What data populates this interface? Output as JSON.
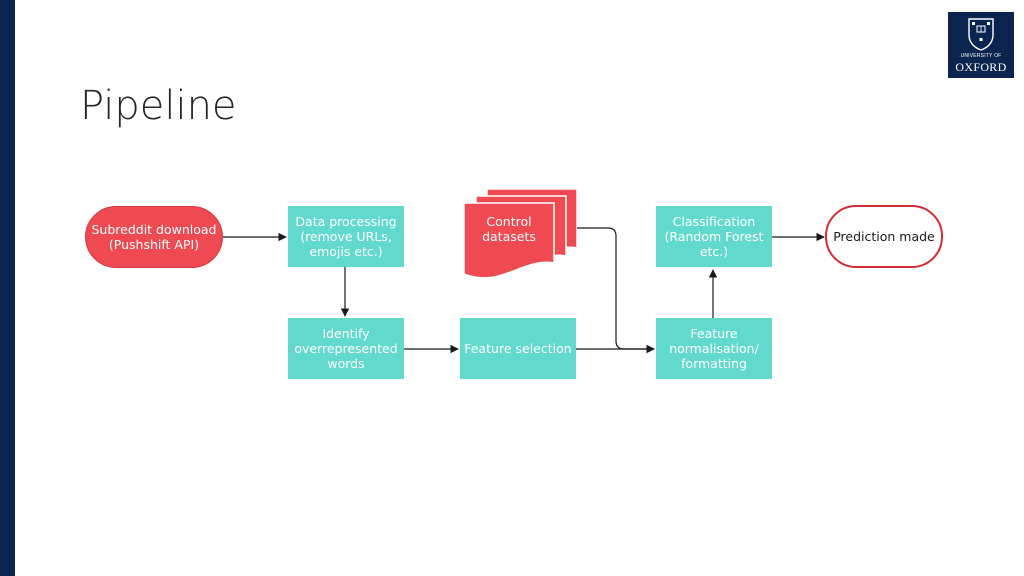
{
  "slide": {
    "title": "Pipeline"
  },
  "logo": {
    "line1": "UNIVERSITY OF",
    "line2": "OXFORD"
  },
  "diagram": {
    "nodes": {
      "subreddit": "Subreddit download (Pushshift API)",
      "data_processing": "Data processing (remove URLs, emojis etc.)",
      "control": "Control datasets",
      "classification": "Classification (Random Forest etc.)",
      "prediction": "Prediction made",
      "identify": "Identify overrepresented words",
      "feature_selection": "Feature selection",
      "normalisation": "Feature normalisation/ formatting"
    }
  },
  "colors": {
    "brand_navy": "#0b2550",
    "process_teal": "#61dacd",
    "terminal_red": "#ef4a52",
    "outline_red": "#d62b35"
  }
}
